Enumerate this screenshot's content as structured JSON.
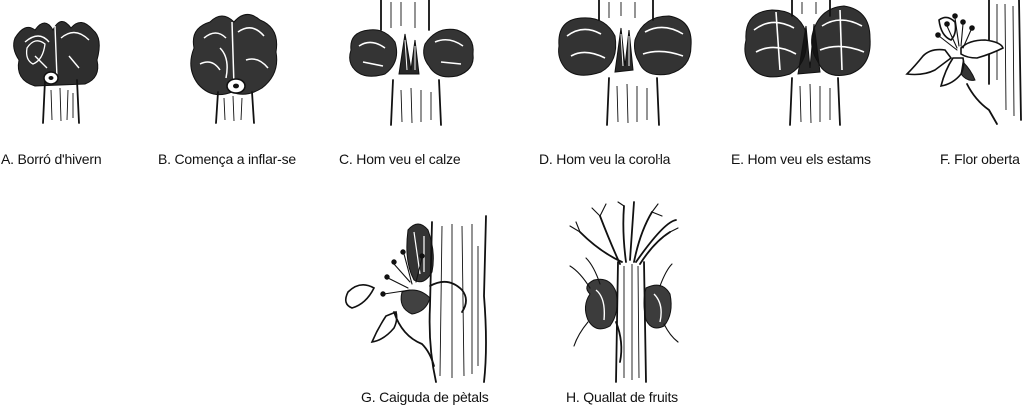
{
  "stages": [
    {
      "id": "A",
      "label": "A. Borró d'hivern"
    },
    {
      "id": "B",
      "label": "B. Comença a inflar-se"
    },
    {
      "id": "C",
      "label": "C. Hom veu el calze"
    },
    {
      "id": "D",
      "label": "D. Hom veu la coroŀla"
    },
    {
      "id": "E",
      "label": "E. Hom veu els estams"
    },
    {
      "id": "F",
      "label": "F. Flor oberta"
    },
    {
      "id": "G",
      "label": "G. Caiguda de pètals"
    },
    {
      "id": "H",
      "label": "H. Quallat de fruits"
    }
  ]
}
